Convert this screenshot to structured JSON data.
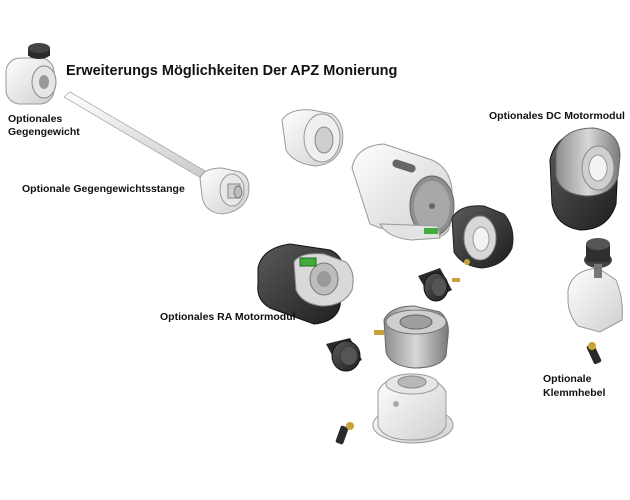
{
  "title": "Erweiterungs Möglichkeiten Der APZ Monierung",
  "labels": {
    "gegengewicht_1": "Optionales",
    "gegengewicht_2": "Gegengewicht",
    "stange": "Optionale Gegengewichtsstange",
    "dc_motor": "Optionales DC Motormodul",
    "ra_motor": "Optionales RA Motormodul",
    "klemmhebel_1": "Optionale",
    "klemmhebel_2": "Klemmhebel"
  },
  "colors": {
    "white_part": "#f2f2f2",
    "dark_part": "#3c3c3c",
    "metal": "#b9b9b9",
    "brass": "#c9a23a",
    "green_level": "#3fae3f"
  }
}
